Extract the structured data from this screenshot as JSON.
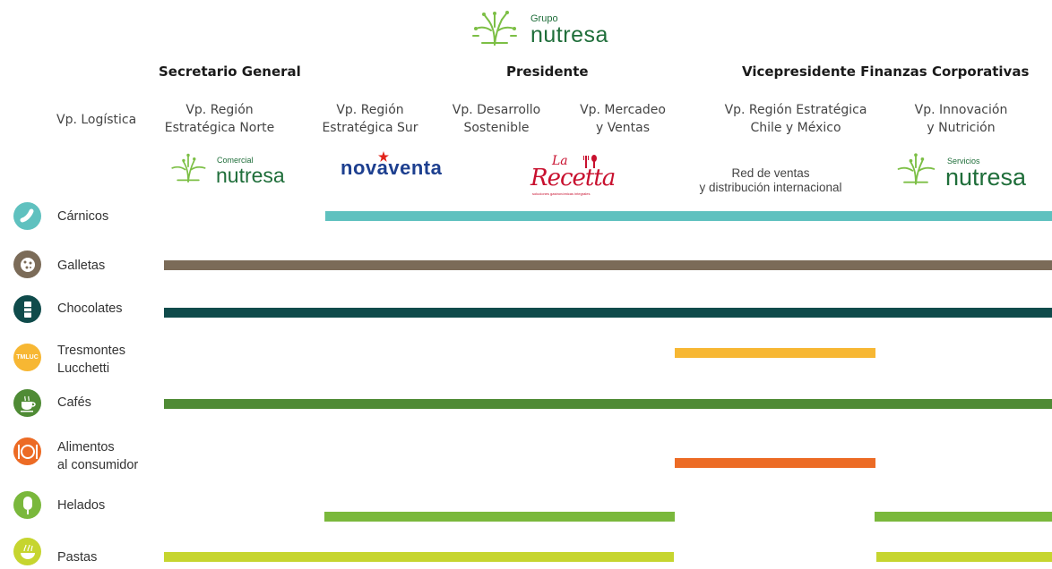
{
  "header": {
    "logo_small": "Grupo",
    "logo_big": "nutresa"
  },
  "titles": {
    "left": "Secretario General",
    "center": "Presidente",
    "right": "Vicepresidente Finanzas Corporativas"
  },
  "vps": {
    "logistica": "Vp. Logística",
    "norte": [
      "Vp. Región",
      "Estratégica Norte"
    ],
    "sur": [
      "Vp. Región",
      "Estratégica Sur"
    ],
    "desarrollo": [
      "Vp. Desarrollo",
      "Sostenible"
    ],
    "mercadeo": [
      "Vp. Mercadeo",
      "y Ventas"
    ],
    "chile": [
      "Vp. Región Estratégica",
      "Chile y México"
    ],
    "innovacion": [
      "Vp. Innovación",
      "y Nutrición"
    ]
  },
  "brands": {
    "comercial_small": "Comercial",
    "comercial_big": "nutresa",
    "novaventa": "novaventa",
    "larecetta_small": "La",
    "larecetta_big": "Recetta",
    "larecetta_tag": "soluciones gastronómicas integrales",
    "red": [
      "Red de ventas",
      "y distribución internacional"
    ],
    "servicios_small": "Servicios",
    "servicios_big": "nutresa"
  },
  "categories": [
    {
      "label": [
        "Cárnicos"
      ],
      "icon": "sausage-icon",
      "color": "#5fc1bf"
    },
    {
      "label": [
        "Galletas"
      ],
      "icon": "cookie-icon",
      "color": "#7b6b58"
    },
    {
      "label": [
        "Chocolates"
      ],
      "icon": "chocolate-bar-icon",
      "color": "#0f4b4b"
    },
    {
      "label": [
        "Tresmontes",
        "Lucchetti"
      ],
      "icon": "tmluc-badge-icon",
      "icon_text": "TMLUC",
      "color": "#f7b733"
    },
    {
      "label": [
        "Cafés"
      ],
      "icon": "coffee-cup-icon",
      "color": "#4f8b35"
    },
    {
      "label": [
        "Alimentos",
        "al consumidor"
      ],
      "icon": "plate-cutlery-icon",
      "color": "#ec6b25"
    },
    {
      "label": [
        "Helados"
      ],
      "icon": "popsicle-icon",
      "color": "#7ab83c"
    },
    {
      "label": [
        "Pastas"
      ],
      "icon": "pasta-bowl-icon",
      "color": "#c6d52f"
    }
  ],
  "colors": {
    "logo_green": "#1f6e3a",
    "leaf_green": "#7cbf45"
  }
}
